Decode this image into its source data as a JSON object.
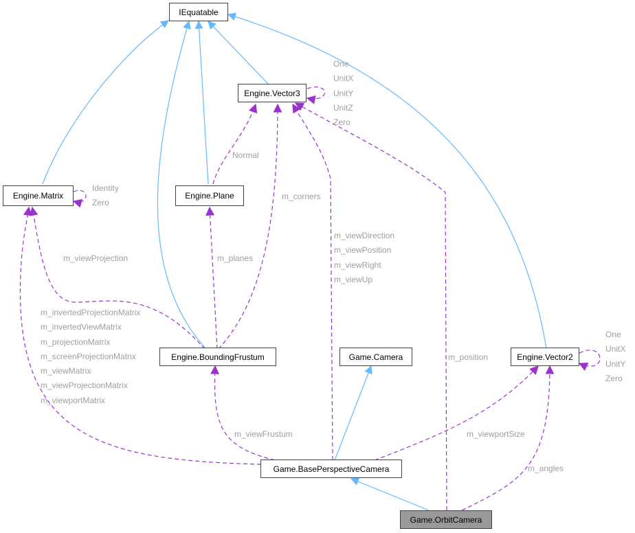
{
  "colors": {
    "inheritance": "#63b8ff",
    "usage": "#9a32cd",
    "label": "#9e9e9e",
    "node_border": "#404040",
    "highlight_fill": "#999999"
  },
  "nodes": {
    "iequatable": "IEquatable",
    "vector3": "Engine.Vector3",
    "matrix": "Engine.Matrix",
    "plane": "Engine.Plane",
    "bounding_frustum": "Engine.BoundingFrustum",
    "camera": "Game.Camera",
    "vector2": "Engine.Vector2",
    "base_perspective_camera": "Game.BasePerspectiveCamera",
    "orbit_camera": "Game.OrbitCamera"
  },
  "labels": {
    "vector3_self": [
      "One",
      "UnitX",
      "UnitY",
      "UnitZ",
      "Zero"
    ],
    "matrix_self": [
      "Identity",
      "Zero"
    ],
    "vector2_self": [
      "One",
      "UnitX",
      "UnitY",
      "Zero"
    ],
    "normal": "Normal",
    "m_corners": "m_corners",
    "m_planes": "m_planes",
    "m_view_projection": "m_viewProjection",
    "base_vector3": [
      "m_viewDirection",
      "m_viewPosition",
      "m_viewRight",
      "m_viewUp"
    ],
    "base_matrix": [
      "m_invertedProjectionMatrix",
      "m_invertedViewMatrix",
      "m_projectionMatrix",
      "m_screenProjectionMatrix",
      "m_viewMatrix",
      "m_viewProjectionMatrix",
      "m_viewportMatrix"
    ],
    "m_position": "m_position",
    "m_view_frustum": "m_viewFrustum",
    "m_viewport_size": "m_viewportSize",
    "m_angles": "m_angles"
  }
}
